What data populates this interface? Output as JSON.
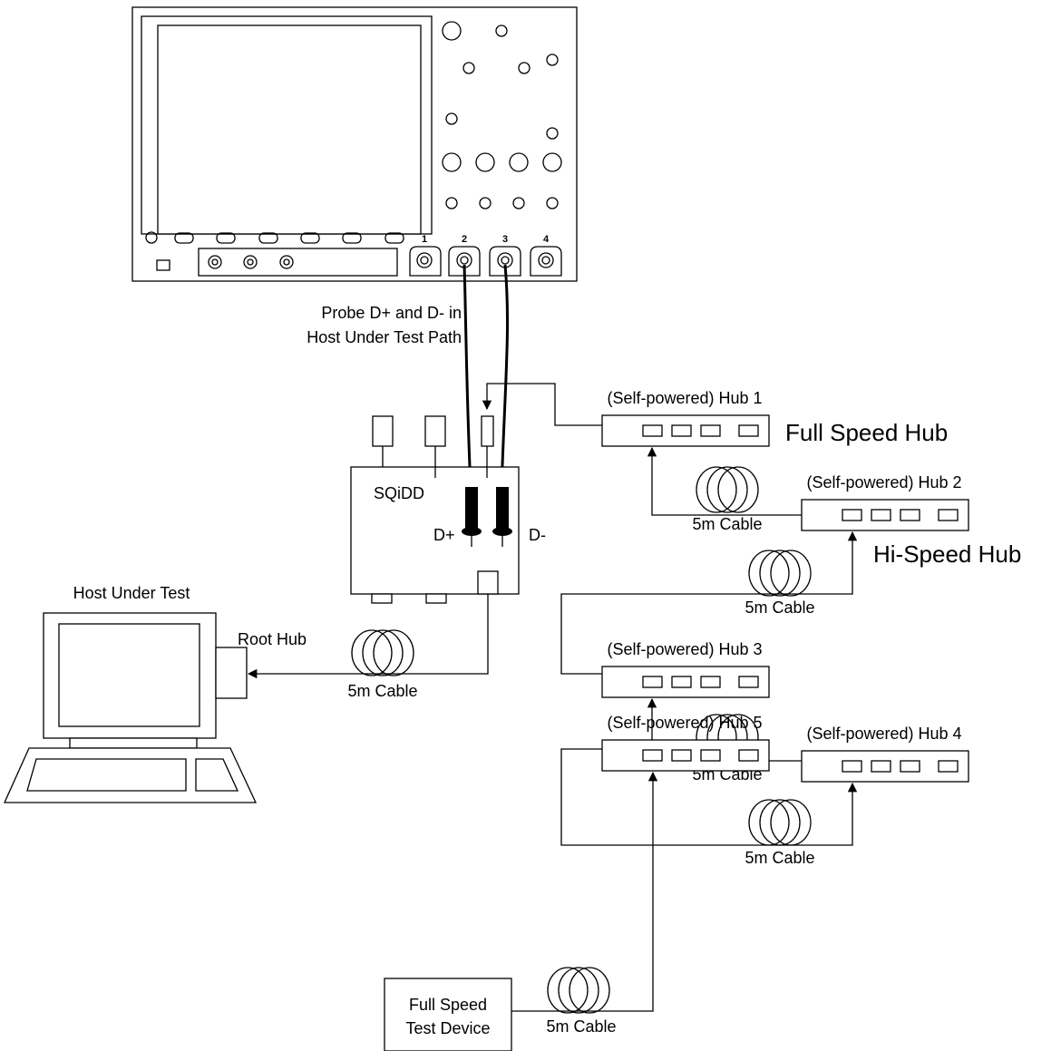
{
  "oscilloscope": {
    "channels": [
      "1",
      "2",
      "3",
      "4"
    ]
  },
  "probe_note": [
    "Probe D+ and D- in",
    "Host Under Test Path"
  ],
  "fixture": {
    "label": "SQiDD",
    "d_plus": "D+",
    "d_minus": "D-"
  },
  "host": {
    "title": "Host Under Test",
    "root_hub": "Root Hub"
  },
  "hubs": [
    {
      "label": "(Self-powered) Hub 1"
    },
    {
      "label": "(Self-powered) Hub 2"
    },
    {
      "label": "(Self-powered) Hub 3"
    },
    {
      "label": "(Self-powered) Hub 4"
    },
    {
      "label": "(Self-powered) Hub 5"
    }
  ],
  "speed_labels": {
    "full": "Full Speed Hub",
    "hi": "Hi-Speed Hub"
  },
  "cable_label": "5m Cable",
  "test_device": [
    "Full Speed",
    "Test Device"
  ]
}
